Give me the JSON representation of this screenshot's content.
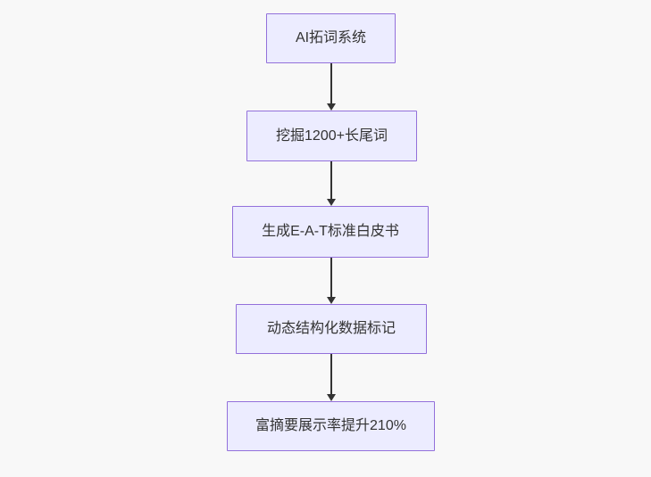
{
  "diagram": {
    "type": "flowchart",
    "direction": "top-down",
    "colors": {
      "background": "#f8f8f8",
      "node_fill": "#ECECFF",
      "node_border": "#9370DB",
      "arrow_color": "#333333",
      "text_color": "#333333"
    },
    "nodes": [
      {
        "id": "A",
        "label": "AI拓词系统"
      },
      {
        "id": "B",
        "label": "挖掘1200+长尾词"
      },
      {
        "id": "C",
        "label": "生成E-A-T标准白皮书"
      },
      {
        "id": "D",
        "label": "动态结构化数据标记"
      },
      {
        "id": "E",
        "label": "富摘要展示率提升210%"
      }
    ],
    "edges": [
      {
        "from": "A",
        "to": "B",
        "arrow": "down"
      },
      {
        "from": "B",
        "to": "C",
        "arrow": "down"
      },
      {
        "from": "C",
        "to": "D",
        "arrow": "down"
      },
      {
        "from": "D",
        "to": "E",
        "arrow": "down"
      }
    ]
  }
}
